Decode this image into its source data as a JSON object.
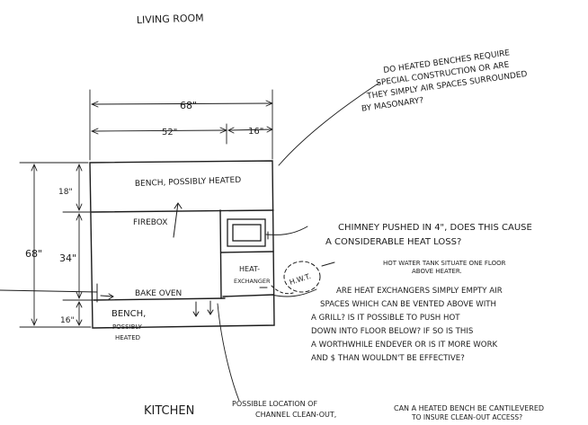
{
  "title_top": "LIVING ROOM",
  "title_bottom": "KITCHEN",
  "dimensions": {
    "overall_width": "68\"",
    "left_width": "52\"",
    "right_width": "16\"",
    "overall_height": "68\"",
    "top_bench_height": "18\"",
    "middle_height": "34\"",
    "bottom_bench_height": "16\"",
    "chimney_offset": "4\""
  },
  "rooms": {
    "bench_top": "BENCH, POSSIBLY HEATED",
    "firebox": "FIREBOX",
    "bake_oven": "BAKE OVEN",
    "bench_bottom": [
      "BENCH,",
      "POSSIBLY",
      "HEATED"
    ],
    "heat_exchanger": [
      "HEAT-",
      "EXCHANGER"
    ],
    "hot_water": "H.W.T."
  },
  "notes": {
    "bench_question": [
      "DO HEATED BENCHES REQUIRE",
      "SPECIAL CONSTRUCTION OR ARE",
      "THEY SIMPLY AIR SPACES SURROUNDED",
      "BY MASONARY?"
    ],
    "chimney_note": [
      "CHIMNEY PUSHED IN 4\", DOES THIS CAUSE",
      "A CONSIDERABLE HEAT LOSS?"
    ],
    "hot_water_note": [
      "HOT WATER TANK SITUATE ONE FLOOR",
      "ABOVE HEATER."
    ],
    "exchanger_note": [
      "ARE HEAT EXCHANGERS SIMPLY EMPTY AIR",
      "SPACES WHICH CAN BE VENTED ABOVE WITH",
      "A GRILL?   IS IT POSSIBLE TO PUSH HOT",
      "DOWN INTO FLOOR BELOW?  IF SO IS THIS",
      "A WORTHWHILE ENDEVER OR IS IT MORE WORK",
      "AND $ THAN WOULDN'T BE EFFECTIVE?"
    ],
    "cleanout_note": [
      "POSSIBLE LOCATION OF",
      "CHANNEL CLEAN-OUT,"
    ],
    "cantilever_note": [
      "CAN A HEATED BENCH BE CANTILEVERED",
      "TO INSURE CLEAN-OUT ACCESS?"
    ]
  }
}
